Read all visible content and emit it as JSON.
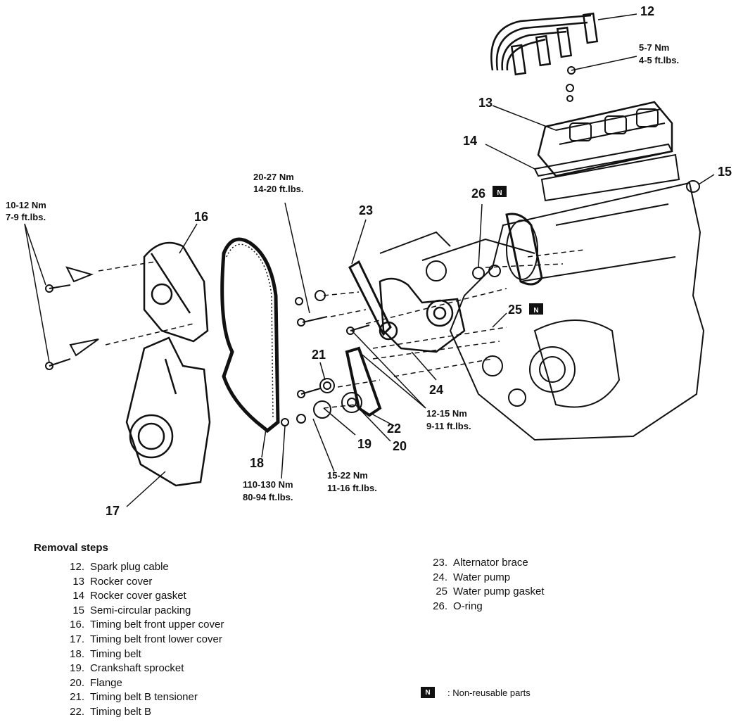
{
  "callouts": {
    "c12": "12",
    "c13": "13",
    "c14": "14",
    "c15": "15",
    "c16": "16",
    "c17": "17",
    "c18": "18",
    "c19": "19",
    "c20": "20",
    "c21": "21",
    "c22": "22",
    "c23": "23",
    "c24": "24",
    "c25": "25",
    "c26": "26"
  },
  "torque": {
    "t1_nm": "5-7 Nm",
    "t1_ft": "4-5 ft.lbs.",
    "t2_nm": "10-12 Nm",
    "t2_ft": "7-9 ft.lbs.",
    "t3_nm": "20-27 Nm",
    "t3_ft": "14-20 ft.lbs.",
    "t4_nm": "12-15 Nm",
    "t4_ft": "9-11 ft.lbs.",
    "t5_nm": "15-22 Nm",
    "t5_ft": "11-16 ft.lbs.",
    "t6_nm": "110-130 Nm",
    "t6_ft": "80-94 ft.lbs."
  },
  "nonreusable_badge": "N",
  "removal": {
    "heading": "Removal steps",
    "left": [
      {
        "num": "12.",
        "text": "Spark plug cable"
      },
      {
        "num": "13",
        "text": "Rocker cover"
      },
      {
        "num": "14",
        "text": "Rocker cover gasket"
      },
      {
        "num": "15",
        "text": "Semi-circular packing"
      },
      {
        "num": "16.",
        "text": "Timing belt front upper cover"
      },
      {
        "num": "17.",
        "text": "Timing belt front lower cover"
      },
      {
        "num": "18.",
        "text": "Timing belt"
      },
      {
        "num": "19.",
        "text": "Crankshaft sprocket"
      },
      {
        "num": "20.",
        "text": "Flange"
      },
      {
        "num": "21.",
        "text": "Timing belt B tensioner"
      },
      {
        "num": "22.",
        "text": "Timing belt B"
      }
    ],
    "right": [
      {
        "num": "23.",
        "text": "Alternator brace"
      },
      {
        "num": "24.",
        "text": "Water pump"
      },
      {
        "num": "25",
        "text": "Water pump gasket"
      },
      {
        "num": "26.",
        "text": "O-ring"
      }
    ]
  },
  "legend": {
    "badge": "N",
    "text": ": Non-reusable parts"
  }
}
